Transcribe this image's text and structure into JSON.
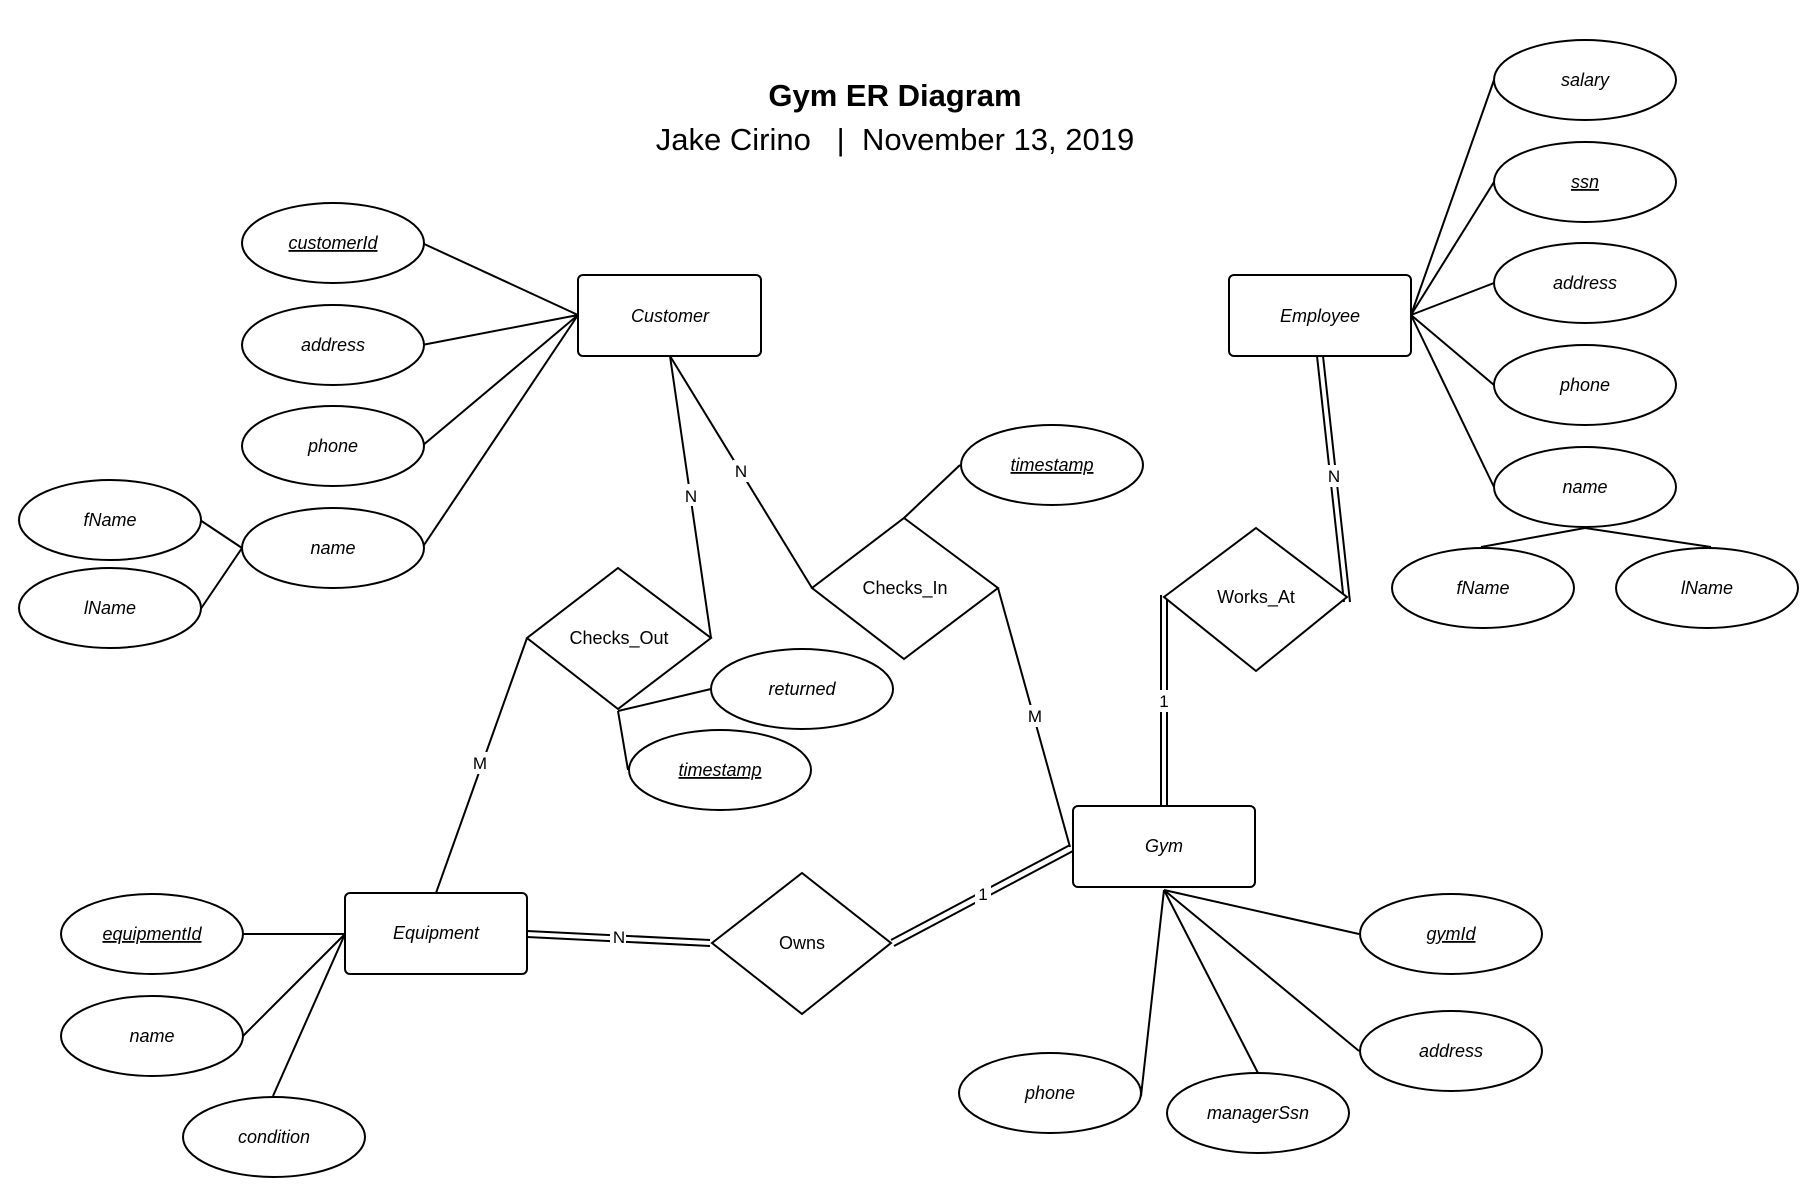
{
  "diagram": {
    "title": "Gym ER Diagram",
    "subtitle": "Jake Cirino   |  November 13, 2019",
    "entities": {
      "customer": "Customer",
      "employee": "Employee",
      "gym": "Gym",
      "equipment": "Equipment"
    },
    "relationships": {
      "checks_out": "Checks_Out",
      "checks_in": "Checks_In",
      "works_at": "Works_At",
      "owns": "Owns"
    },
    "attributes": {
      "customer_id": "customerId",
      "customer_address": "address",
      "customer_phone": "phone",
      "customer_name": "name",
      "customer_fname": "fName",
      "customer_lname": "lName",
      "employee_salary": "salary",
      "employee_ssn": "ssn",
      "employee_address": "address",
      "employee_phone": "phone",
      "employee_name": "name",
      "employee_fname": "fName",
      "employee_lname": "lName",
      "checks_in_timestamp": "timestamp",
      "checks_out_returned": "returned",
      "checks_out_timestamp": "timestamp",
      "equipment_id": "equipmentId",
      "equipment_name": "name",
      "equipment_condition": "condition",
      "gym_id": "gymId",
      "gym_address": "address",
      "gym_phone": "phone",
      "gym_manager_ssn": "managerSsn"
    },
    "cardinalities": {
      "customer_checks_out": "N",
      "customer_checks_in": "N",
      "employee_works_at": "N",
      "gym_works_at": "1",
      "equipment_checks_out": "M",
      "gym_checks_in": "M",
      "equipment_owns": "N",
      "gym_owns": "1"
    }
  }
}
